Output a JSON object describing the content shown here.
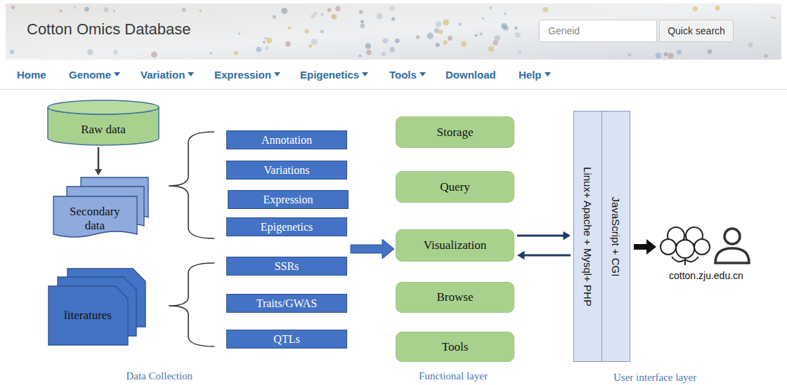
{
  "diagram": {
    "title": "Cotton Omics Database",
    "nodes": [
      {
        "text": [
          "Geneid"
        ]
      },
      {
        "text": [
          "Quick search"
        ]
      },
      {
        "text": [
          "Raw data"
        ]
      },
      {
        "text": [
          "Secondary data"
        ]
      },
      {
        "text": [
          "literatures"
        ]
      },
      {
        "text": [
          "Annotation"
        ]
      },
      {
        "text": [
          "Variations"
        ]
      },
      {
        "text": [
          "Expression"
        ]
      },
      {
        "text": [
          "Epigenetics"
        ]
      },
      {
        "text": [
          "SSRs"
        ]
      },
      {
        "text": [
          "Traits/GWAS"
        ]
      },
      {
        "text": [
          "QTLs"
        ]
      },
      {
        "text": [
          "Storage"
        ]
      },
      {
        "text": [
          "Query"
        ]
      },
      {
        "text": [
          "Visualization"
        ]
      },
      {
        "text": [
          "Browse"
        ]
      },
      {
        "text": [
          "Tools"
        ]
      },
      {
        "text": [
          "Linux+ Apache + Mysql+ PHP"
        ]
      },
      {
        "text": [
          "JavaScript + CGI"
        ]
      }
    ],
    "edges": [
      {
        "from": 2,
        "to": 3,
        "arrow": "to"
      },
      {
        "from": 14,
        "to": 17,
        "arrow": "to"
      },
      {
        "from": 17,
        "to": 14,
        "arrow": "to"
      }
    ],
    "labels": [
      "Home",
      "Genome",
      "Variation",
      "Expression",
      "Epigenetics",
      "Tools",
      "Download",
      "Help",
      "cotton.zju.edu.cn",
      "Data Collection",
      "Functional layer",
      "User interface layer"
    ]
  }
}
